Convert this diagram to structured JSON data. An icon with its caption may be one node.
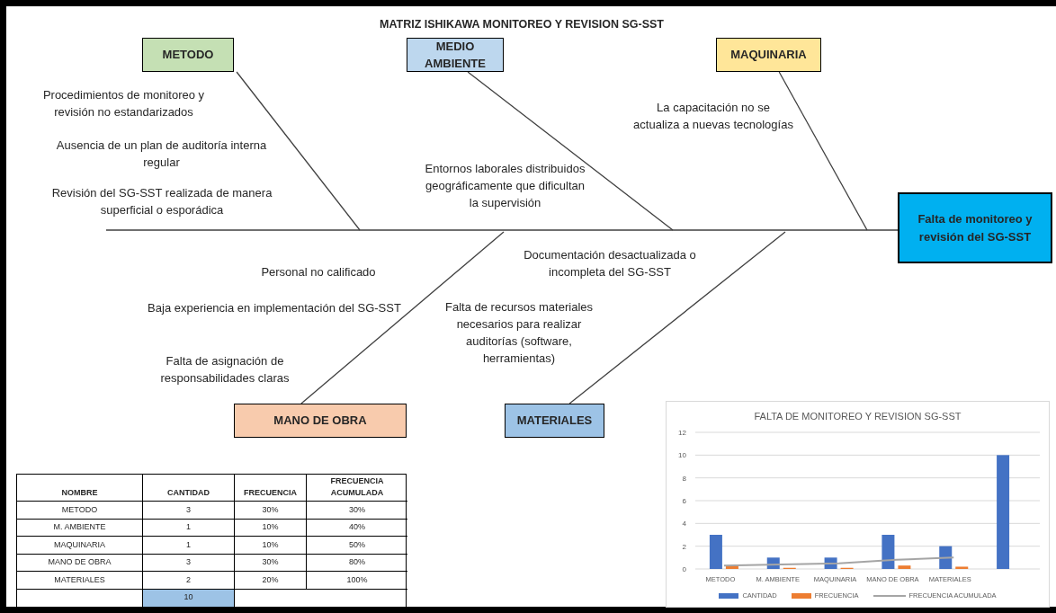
{
  "diagram": {
    "title": "MATRIZ ISHIKAWA MONITOREO Y REVISION SG-SST",
    "nodes": [
      {
        "text": [
          "METODO"
        ]
      },
      {
        "text": [
          "MEDIO AMBIENTE"
        ]
      },
      {
        "text": [
          "MAQUINARIA"
        ]
      },
      {
        "text": [
          "Falta de monitoreo y revisión del SG-SST"
        ]
      },
      {
        "text": [
          "MANO DE OBRA"
        ]
      },
      {
        "text": [
          "MATERIALES"
        ]
      }
    ],
    "edges": [
      {
        "from": null,
        "to": 3,
        "arrow": "none"
      },
      {
        "from": 0,
        "to": null,
        "arrow": "none"
      },
      {
        "from": 1,
        "to": null,
        "arrow": "none"
      },
      {
        "from": 2,
        "to": null,
        "arrow": "none"
      },
      {
        "from": 4,
        "to": null,
        "arrow": "none"
      },
      {
        "from": 5,
        "to": null,
        "arrow": "none"
      }
    ],
    "labels": [
      "Procedimientos de monitoreo y revisión no estandarizados",
      "Ausencia de un plan de auditoría interna regular",
      "Revisión del SG-SST realizada de manera superficial o esporádica",
      "Entornos laborales distribuidos geográficamente que dificultan la supervisión",
      "La capacitación no se actualiza a nuevas tecnologías",
      "Documentación desactualizada o incompleta del SG-SST",
      "Personal no calificado",
      "Baja experiencia en implementación del SG-SST",
      "Falta de recursos materiales necesarios para realizar auditorías (software, herramientas)",
      "Falta de asignación de responsabilidades claras",
      "NOMBRE",
      "CANTIDAD",
      "FRECUENCIA",
      "FRECUENCIA ACUMULADA",
      "METODO",
      "3",
      "30%",
      "30%",
      "M. AMBIENTE",
      "1",
      "10%",
      "40%",
      "MAQUINARIA",
      "1",
      "10%",
      "50%",
      "MANO DE OBRA",
      "3",
      "30%",
      "80%",
      "MATERIALES",
      "2",
      "20%",
      "100%",
      "10"
    ],
    "chart_data": {
      "type": "bar",
      "title": "FALTA DE MONITOREO Y REVISION SG-SST",
      "categories": [
        "METODO",
        "M. AMBIENTE",
        "MAQUINARIA",
        "MANO DE OBRA",
        "MATERIALES",
        null
      ],
      "ylim": [
        0,
        12
      ],
      "grid": true,
      "legend": "bottom",
      "yticks": [
        0,
        2,
        4,
        6,
        8,
        10,
        12
      ],
      "series": [
        {
          "name": "CANTIDAD",
          "color": "#4472c4",
          "values": [
            3,
            1,
            1,
            3,
            2,
            10
          ]
        },
        {
          "name": "FRECUENCIA",
          "color": "#ed7d31",
          "values": [
            0.3,
            0.1,
            0.1,
            0.3,
            0.2,
            null
          ]
        },
        {
          "name": "FRECUENCIA ACUMULADA",
          "type": "line",
          "color": "#a5a5a5",
          "values": [
            0.3,
            0.4,
            0.5,
            0.8,
            1,
            null
          ]
        }
      ]
    }
  }
}
